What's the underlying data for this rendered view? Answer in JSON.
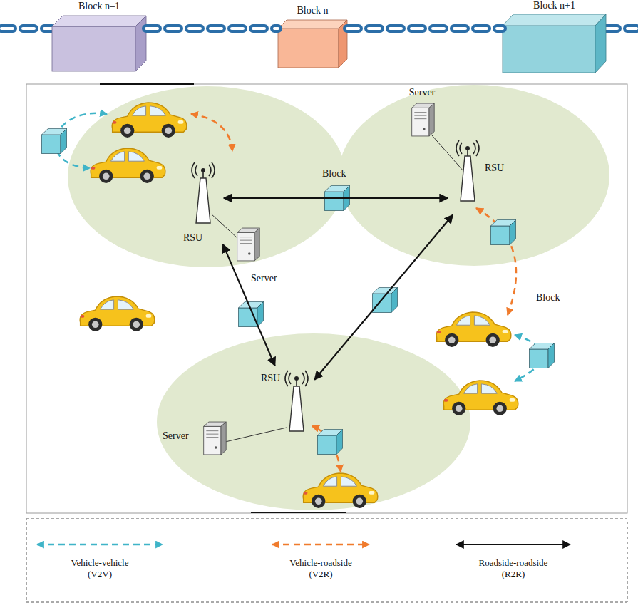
{
  "diagram": {
    "nodes": [
      {
        "text": [
          "Block n–1"
        ]
      },
      {
        "text": [
          "Block n"
        ]
      },
      {
        "text": [
          "Block n+1"
        ]
      },
      {
        "text": [
          "RSU"
        ]
      },
      {
        "text": [
          "Server"
        ]
      },
      {
        "text": [
          "Server"
        ]
      },
      {
        "text": [
          "RSU"
        ]
      },
      {
        "text": [
          "RSU"
        ]
      },
      {
        "text": [
          "Server"
        ]
      }
    ],
    "edges": [
      {
        "from": 0,
        "to": 1,
        "arrow": "none"
      },
      {
        "from": 1,
        "to": 2,
        "arrow": "none"
      },
      {
        "from": 3,
        "to": 6,
        "arrow": "both"
      },
      {
        "from": 3,
        "to": 7,
        "arrow": "both"
      },
      {
        "from": 6,
        "to": 7,
        "arrow": "both"
      }
    ],
    "labels": [
      "Block",
      "Block"
    ],
    "legend": [
      {
        "text": "Vehicle-vehicle (V2V)"
      },
      {
        "text": "Vehicle-roadside (V2R)"
      },
      {
        "text": "Roadside-roadside (R2R)"
      }
    ]
  }
}
